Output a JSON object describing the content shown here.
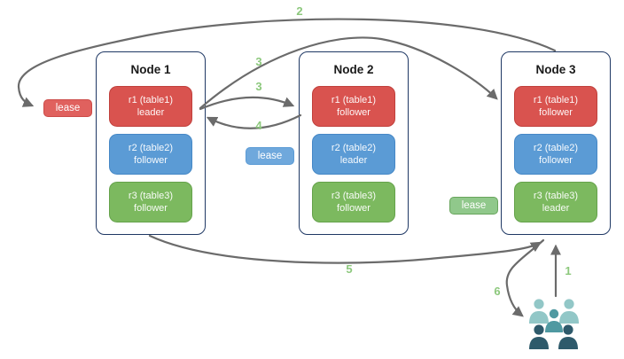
{
  "nodes": [
    {
      "title": "Node 1",
      "replicas": [
        {
          "name": "r1 (table1)",
          "role": "leader",
          "color": "#D9534F"
        },
        {
          "name": "r2 (table2)",
          "role": "follower",
          "color": "#5B9BD5"
        },
        {
          "name": "r3 (table3)",
          "role": "follower",
          "color": "#7CB95F"
        }
      ]
    },
    {
      "title": "Node 2",
      "replicas": [
        {
          "name": "r1 (table1)",
          "role": "follower",
          "color": "#D9534F"
        },
        {
          "name": "r2 (table2)",
          "role": "leader",
          "color": "#5B9BD5"
        },
        {
          "name": "r3 (table3)",
          "role": "follower",
          "color": "#7CB95F"
        }
      ]
    },
    {
      "title": "Node 3",
      "replicas": [
        {
          "name": "r1 (table1)",
          "role": "follower",
          "color": "#D9534F"
        },
        {
          "name": "r2 (table2)",
          "role": "follower",
          "color": "#5B9BD5"
        },
        {
          "name": "r3 (table3)",
          "role": "leader",
          "color": "#7CB95F"
        }
      ]
    }
  ],
  "leases": [
    {
      "label": "lease",
      "color": "#E0615E"
    },
    {
      "label": "lease",
      "color": "#6FA8DC"
    },
    {
      "label": "lease",
      "color": "#90C88B"
    }
  ],
  "arrow_labels": {
    "step1": "1",
    "step2": "2",
    "step3a": "3",
    "step3b": "3",
    "step4": "4",
    "step5": "5",
    "step6": "6"
  },
  "icons": {
    "users_group": "users-group-icon"
  },
  "colors": {
    "node_border": "#1F3864",
    "arrow": "#6B6B6B",
    "step_label": "#8CC87C",
    "replica_red": "#D9534F",
    "replica_blue": "#5B9BD5",
    "replica_green": "#7CB95F",
    "users_light": "#92C7C7",
    "users_medium": "#4F99A1",
    "users_dark": "#2E5A6B"
  }
}
